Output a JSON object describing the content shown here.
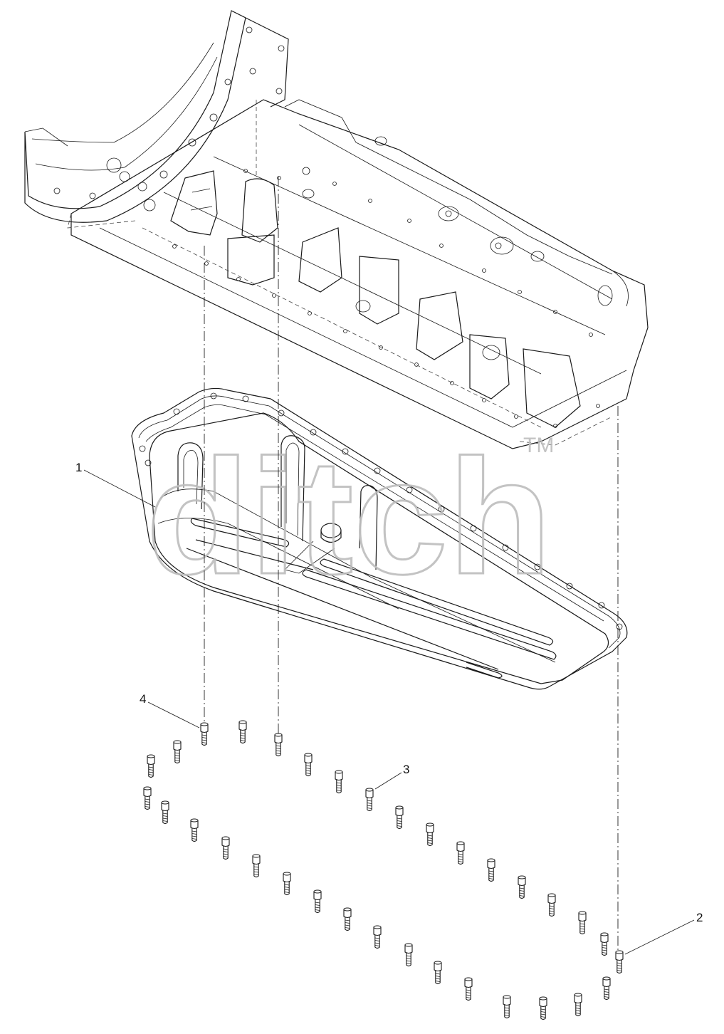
{
  "callouts": {
    "c1": "1",
    "c2": "2",
    "c3": "3",
    "c4": "4"
  },
  "watermark": {
    "text": "ditch",
    "trademark": "TM"
  },
  "parts": {
    "engine_block": "engine-block-icon",
    "oil_pan": "oil-pan-icon",
    "bolt": "bolt-icon"
  }
}
